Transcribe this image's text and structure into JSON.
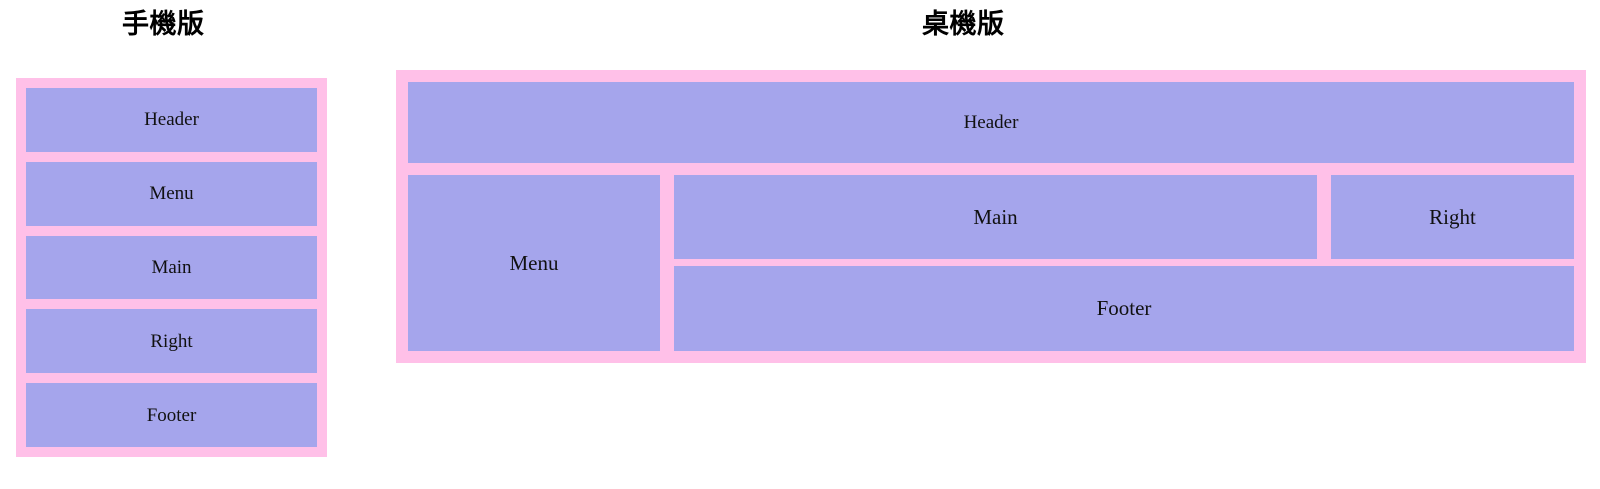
{
  "page": {
    "background_color": "#ffffff",
    "box_color": "#a5a5ec",
    "container_color": "#ffc0e8"
  },
  "mobile": {
    "title": "手機版",
    "boxes": [
      {
        "label": "Header"
      },
      {
        "label": "Menu"
      },
      {
        "label": "Main"
      },
      {
        "label": "Right"
      },
      {
        "label": "Footer"
      }
    ]
  },
  "desktop": {
    "title": "桌機版",
    "header": {
      "label": "Header"
    },
    "menu": {
      "label": "Menu"
    },
    "main": {
      "label": "Main"
    },
    "right": {
      "label": "Right"
    },
    "footer": {
      "label": "Footer"
    }
  }
}
